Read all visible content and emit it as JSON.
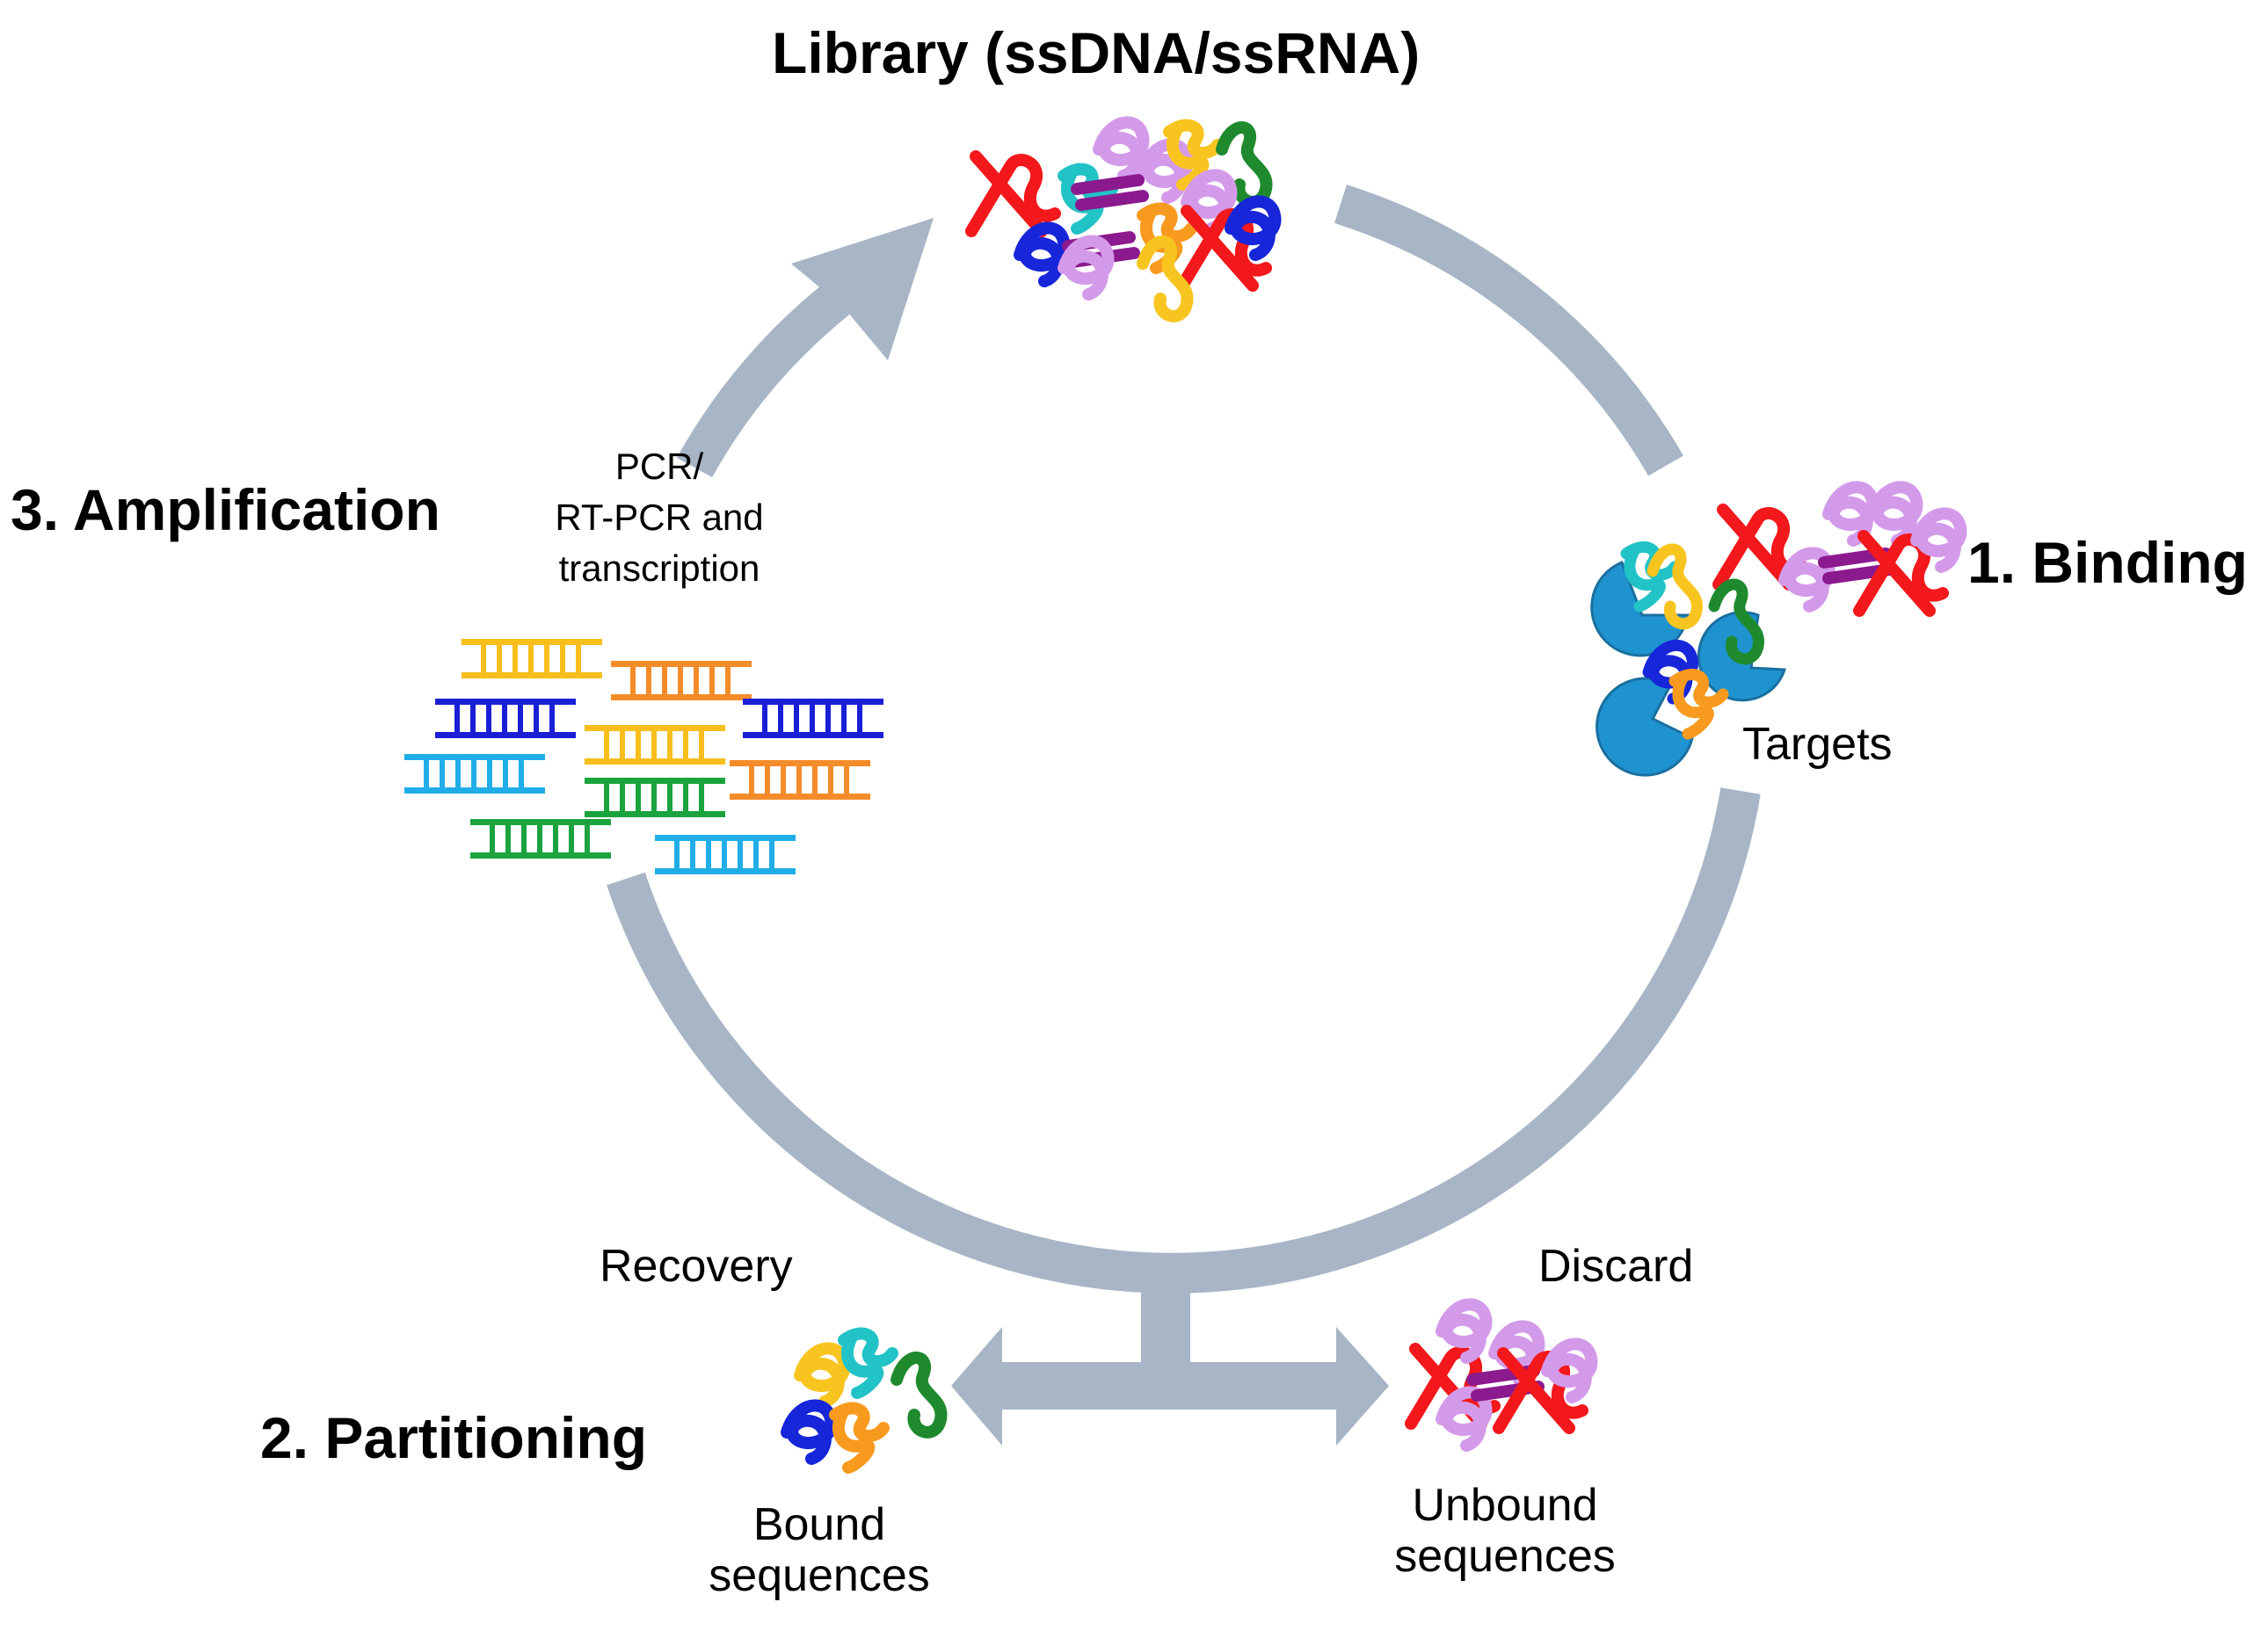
{
  "title": "Library (ssDNA/ssRNA)",
  "steps": {
    "binding": "1. Binding",
    "partitioning": "2. Partitioning",
    "amplification": "3. Amplification"
  },
  "labels": {
    "targets": "Targets",
    "recovery": "Recovery",
    "discard": "Discard",
    "bound_line1": "Bound",
    "bound_line2": "sequences",
    "unbound_line1": "Unbound",
    "unbound_line2": "sequences",
    "pcr_line1": "PCR/",
    "pcr_line2": "RT-PCR and",
    "pcr_line3": "transcription"
  },
  "icons": [
    "cycle-arrow",
    "double-arrow",
    "target-icon",
    "ssdna-strand-icon",
    "dsdna-ladder-icon"
  ],
  "colors": {
    "cycle": "#A8B5C6",
    "target": "#1F93CF",
    "strand_red": "#F2181B",
    "strand_lilac": "#D49AEA",
    "strand_purple": "#8B1A8E",
    "strand_orange": "#F79A1E",
    "strand_yellow": "#F8C520",
    "strand_blue": "#1626D8",
    "strand_teal": "#22C3C6",
    "strand_green": "#1E8A2D",
    "ladder_yellow": "#F7BE1C",
    "ladder_orange": "#F58C2A",
    "ladder_blue": "#1A1FD6",
    "ladder_cyan": "#21AEE8",
    "ladder_green": "#1BA33E"
  }
}
